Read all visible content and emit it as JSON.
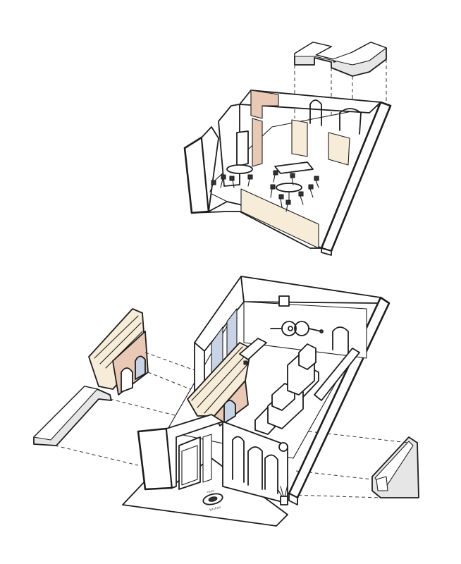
{
  "logo": {
    "text_top": "reno",
    "text_bottom": "kitchen"
  },
  "colors": {
    "line": "#1d1d1d",
    "wall_fill": "#ffffff",
    "floor_fill": "#ffffff",
    "beige_panel": "#f6ecd8",
    "pink_wood": "#e9c9b6",
    "blue_glass": "#c9d3e6",
    "grey_piece": "#e6e6e6"
  },
  "components": [
    {
      "name": "upper-floor-dining-room",
      "icon": "isometric-room"
    },
    {
      "name": "ceiling-bulkhead-piece",
      "icon": "isometric-block"
    },
    {
      "name": "ground-floor-kitchen",
      "icon": "isometric-room"
    },
    {
      "name": "exploded-staircase-panel",
      "icon": "isometric-staircase"
    },
    {
      "name": "exploded-stair-landing",
      "icon": "isometric-block"
    },
    {
      "name": "exploded-side-fixture",
      "icon": "isometric-block"
    },
    {
      "name": "entrance-floor-mat",
      "icon": "isometric-plane"
    }
  ]
}
